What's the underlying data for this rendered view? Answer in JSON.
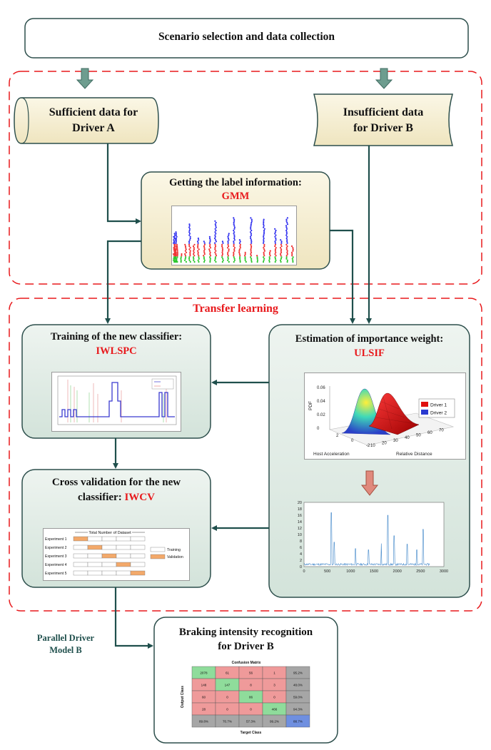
{
  "colors": {
    "accent_red": "#e8191c",
    "arrow": "#1f4f4c",
    "box_green": "#dde9e2",
    "box_cream": "#f6f0d6",
    "scroll_cream": "#f7f1d8"
  },
  "top_box": {
    "label": "Scenario selection and data collection"
  },
  "driver_a": {
    "line1": "Sufficient data for",
    "line2": "Driver A"
  },
  "driver_b": {
    "line1": "Insufficient data",
    "line2": "for Driver B"
  },
  "gmm": {
    "title": "Getting the label information:",
    "method": "GMM"
  },
  "transfer": {
    "label": "Transfer learning"
  },
  "training": {
    "title": "Training of the new classifier:",
    "method": "IWLSPC"
  },
  "estimation": {
    "title": "Estimation of importance weight:",
    "method": "ULSIF"
  },
  "cross": {
    "line1": "Cross validation for the new",
    "line2_prefix": "classifier: ",
    "method": "IWCV"
  },
  "braking": {
    "line1": "Braking intensity recognition",
    "line2": "for Driver B"
  },
  "parallel": {
    "line1": "Parallel Driver",
    "line2": "Model B"
  },
  "pdf_plot": {
    "zlabel": "PDF",
    "xlabel": "Host Acceleration",
    "ylabel": "Relative Distance",
    "legend": [
      "Driver 1",
      "Driver 2"
    ],
    "z_ticks": [
      "0.06",
      "0.04",
      "0.02",
      "0"
    ],
    "x_ticks": [
      "2",
      "0",
      "-2"
    ],
    "y_ticks": [
      "10",
      "20",
      "30",
      "40",
      "50",
      "60",
      "70"
    ]
  },
  "weight_plot": {
    "y_ticks": [
      "20",
      "18",
      "16",
      "14",
      "12",
      "10",
      "8",
      "6",
      "4",
      "2",
      "0"
    ],
    "x_ticks": [
      "0",
      "500",
      "1000",
      "1500",
      "2000",
      "2500",
      "3000"
    ]
  },
  "cv_table": {
    "header": "Total Number of Dataset",
    "rows": [
      "Experiment 1",
      "Experiment 2",
      "Experiment 3",
      "Experiment 4",
      "Experiment 5"
    ],
    "legend_training": "Training",
    "legend_validation": "Validation"
  },
  "confusion": {
    "title": "Confusion Matrix",
    "xlabel": "Target Class",
    "ylabel": "Output Class",
    "rows": [
      [
        "2078",
        "61",
        "56",
        "1",
        "95.2%"
      ],
      [
        "148",
        "147",
        "8",
        "3",
        "48.0%"
      ],
      [
        "60",
        "0",
        "86",
        "0",
        "59.0%"
      ],
      [
        "28",
        "0",
        "0",
        "466",
        "94.3%"
      ],
      [
        "89.8%",
        "70.7%",
        "57.3%",
        "99.2%",
        "88.7%"
      ]
    ]
  }
}
